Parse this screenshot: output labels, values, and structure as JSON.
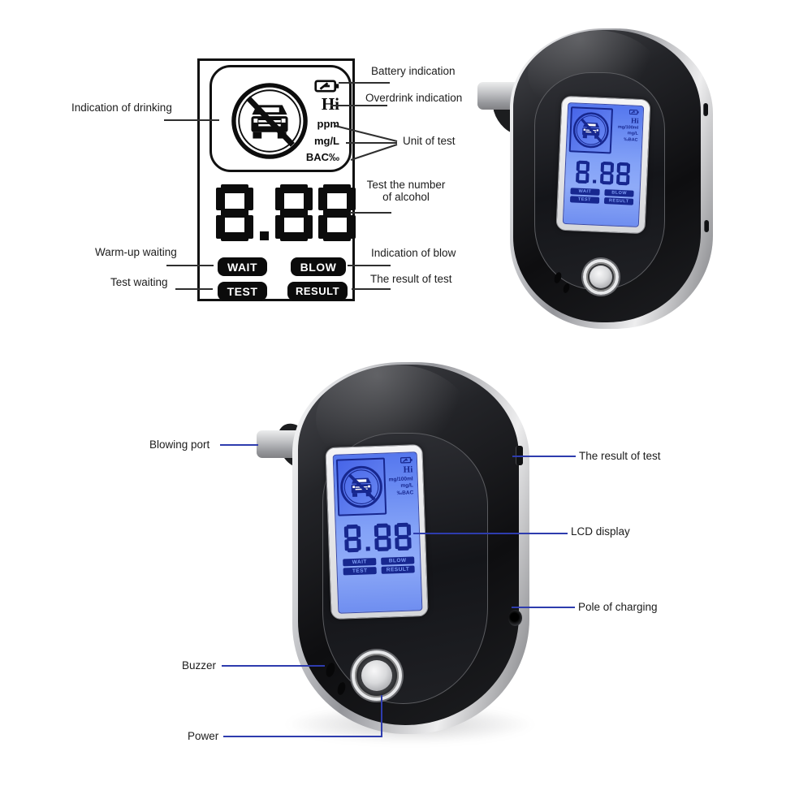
{
  "diagram": {
    "labels": {
      "drinking": "Indication of drinking",
      "warmup": "Warm-up waiting",
      "test_waiting": "Test waiting",
      "battery": "Battery indication",
      "overdrink": "Overdrink indication",
      "unit": "Unit of test",
      "number_line1": "Test the number",
      "number_line2": "of alcohol",
      "blow": "Indication of blow",
      "result": "The result of test"
    },
    "display": {
      "overdrink_indicator": "Hi",
      "units": [
        "ppm",
        "mg/L",
        "BAC‰"
      ],
      "reading": "8.88",
      "badges": [
        "WAIT",
        "BLOW",
        "TEST",
        "RESULT"
      ]
    }
  },
  "lcd": {
    "overdrink_indicator": "Hi",
    "units": [
      "mg/100ml",
      "mg/L",
      "‰BAC"
    ],
    "reading": "8.88",
    "badges": [
      "WAIT",
      "BLOW",
      "TEST",
      "RESULT"
    ]
  },
  "photo_labels": {
    "blowing_port": "Blowing port",
    "buzzer": "Buzzer",
    "power": "Power",
    "result": "The result of test",
    "lcd": "LCD display",
    "charging": "Pole of charging"
  },
  "icons": {
    "battery": "battery-icon",
    "no_drinking": "no-drinking-car-icon"
  },
  "colors": {
    "annotation_line": "#2e3cae",
    "diagram_line": "#2f2f2f",
    "label_text": "#1c1c1c",
    "lcd_navy": "#17278f",
    "lcd_screen_blue": "#6d8df4",
    "device_black": "#141518",
    "chrome_silver": "#d7d8db"
  }
}
